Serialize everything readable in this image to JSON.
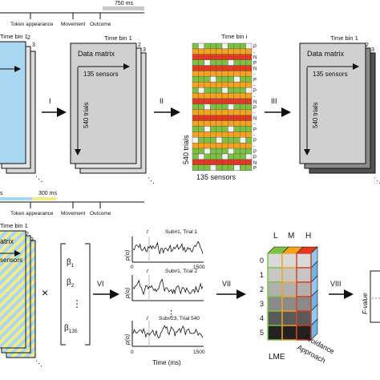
{
  "timeline_top": {
    "duration_label": "750 ms",
    "events": [
      "Token appearance",
      "Movement",
      "Outcome"
    ]
  },
  "timeline_bottom": {
    "duration_label": "300 ms",
    "events": [
      "Token appearance",
      "Movement",
      "Outcome"
    ]
  },
  "panel_left": {
    "stack_title": "Time bin 1",
    "stack_numbers": [
      "2",
      "3"
    ]
  },
  "panel_datamatrix_1": {
    "stack_title": "Time bin 1",
    "stack_numbers": [
      "2",
      "3"
    ],
    "title": "Data matrix",
    "sensors_label": "135 sensors",
    "trials_label": "540 trials"
  },
  "panel_grid": {
    "title": "Time bin i",
    "trials_label": "540 trials",
    "sensors_label": "135 sensors",
    "row_codes": [
      "P",
      "-",
      "N",
      "P",
      "N",
      "-",
      "P",
      "-",
      "P",
      "-",
      "N",
      "P",
      "-",
      "N",
      "-",
      "P",
      "-",
      "P",
      "-",
      "P",
      "P",
      "N",
      "P"
    ]
  },
  "panel_datamatrix_2": {
    "stack_title": "Time bin 1",
    "stack_numbers": [
      "2",
      "3"
    ],
    "title": "Data matrix",
    "sensors_label": "135 sensors",
    "trials_label": "540 trials"
  },
  "panel_bottom_left": {
    "stack_title": "Time bin 1",
    "stack_numbers": [
      "2",
      "3"
    ],
    "title_fragment": "atrix",
    "sensors_fragment": "sensors"
  },
  "beta_vector": {
    "multiply_symbol": "×",
    "entries": [
      "β",
      "β",
      "β"
    ],
    "subscripts": [
      "1",
      "2",
      "135"
    ],
    "ellipsis": "⋮"
  },
  "traces": {
    "ylabel": "p(o)",
    "panels": [
      {
        "label": "Sub#1, Trial 1",
        "marker": "t"
      },
      {
        "label": "Sub#1, Trial 2",
        "marker": "t"
      },
      {
        "label": "Sub#23, Trial 540",
        "marker": "t"
      }
    ],
    "tick_0": "0",
    "tick_1500": "1500",
    "xlabel": "Time (ms)"
  },
  "cube": {
    "top_labels": [
      "L",
      "M",
      "H"
    ],
    "row_labels": [
      "0",
      "1",
      "2",
      "3",
      "4",
      "5"
    ],
    "bottom_label": "LME",
    "side_labels": [
      "Avoidance",
      "Approach"
    ]
  },
  "steps": [
    "I",
    "II",
    "III",
    "VI",
    "VII",
    "VIII"
  ],
  "fvalue": {
    "ylabel": "F-value"
  },
  "colors": {
    "green": "#7cc242",
    "red": "#e2391f",
    "orange": "#f4a31b",
    "yellow_stripe": "#f3eb8a",
    "blue_stripe": "#a9d6f0",
    "sheet_gray": "#d8d8d8",
    "accent_blue": "#8fcaf0"
  }
}
